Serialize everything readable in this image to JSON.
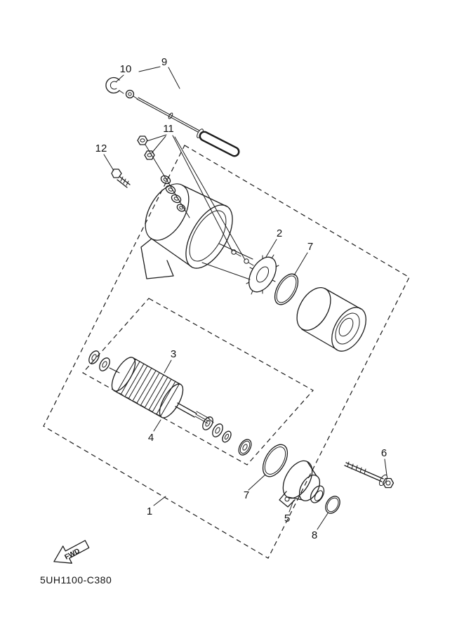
{
  "figure": {
    "part_code": "5UH1100-C380",
    "fwd_label": "FWD",
    "callouts": {
      "c1": "1",
      "c2": "2",
      "c3": "3",
      "c4": "4",
      "c5": "5",
      "c6": "6",
      "c7_upper": "7",
      "c7_lower": "7",
      "c8": "8",
      "c9": "9",
      "c10": "10",
      "c11": "11",
      "c12": "12"
    }
  }
}
